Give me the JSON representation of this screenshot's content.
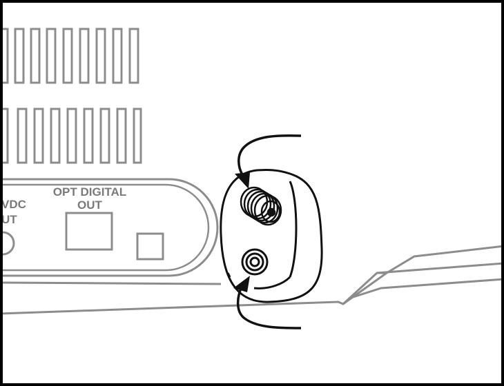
{
  "labels": {
    "opt_digital_line1": "OPT DIGITAL",
    "opt_digital_line2": "OUT",
    "dc_line1": "VDC",
    "dc_line2": "UT"
  },
  "colors": {
    "panel_gray": "#8c8c8c",
    "detail_black": "#111111",
    "background": "#ffffff"
  },
  "icons": {
    "top_arrow": "curved-arrow-down-icon",
    "bottom_arrow": "curved-arrow-up-icon"
  }
}
